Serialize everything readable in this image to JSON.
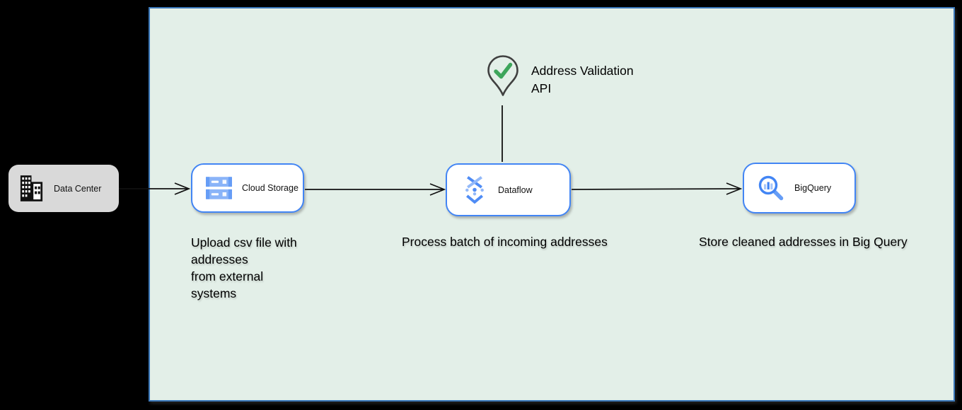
{
  "diagram": {
    "canvas": {
      "fill": "#e3efe8",
      "border_color": "#3b78ba",
      "background": "#000000"
    },
    "external": {
      "label": "Data Center",
      "icon": "building-icon",
      "fill": "#d9d9d9"
    },
    "nodes": [
      {
        "id": "cloud-storage",
        "label": "Cloud Storage",
        "icon": "cloud-storage-icon",
        "description": "Upload csv file with\naddresses\nfrom external\nsystems"
      },
      {
        "id": "dataflow",
        "label": "Dataflow",
        "icon": "dataflow-icon",
        "description": "Process batch of incoming addresses"
      },
      {
        "id": "bigquery",
        "label": "BigQuery",
        "icon": "bigquery-icon",
        "description": "Store cleaned addresses in Big Query"
      }
    ],
    "annotation": {
      "label": "Address Validation\nAPI",
      "icon": "map-pin-check-icon",
      "pin_outline_color": "#404040",
      "check_color": "#3da55b"
    },
    "connectors": [
      {
        "from": "data-center",
        "to": "cloud-storage",
        "style": "open-arrow"
      },
      {
        "from": "cloud-storage",
        "to": "dataflow",
        "style": "open-arrow"
      },
      {
        "from": "dataflow",
        "to": "bigquery",
        "style": "open-arrow"
      },
      {
        "from": "address-validation-api",
        "to": "dataflow",
        "style": "plain-line"
      }
    ],
    "colors": {
      "node_border": "#4285f4",
      "node_fill": "#ffffff",
      "arrow": "#111111",
      "icon_blue": "#4285f4",
      "icon_mid_blue": "#669df6",
      "icon_light_blue": "#a8c7fa"
    }
  }
}
